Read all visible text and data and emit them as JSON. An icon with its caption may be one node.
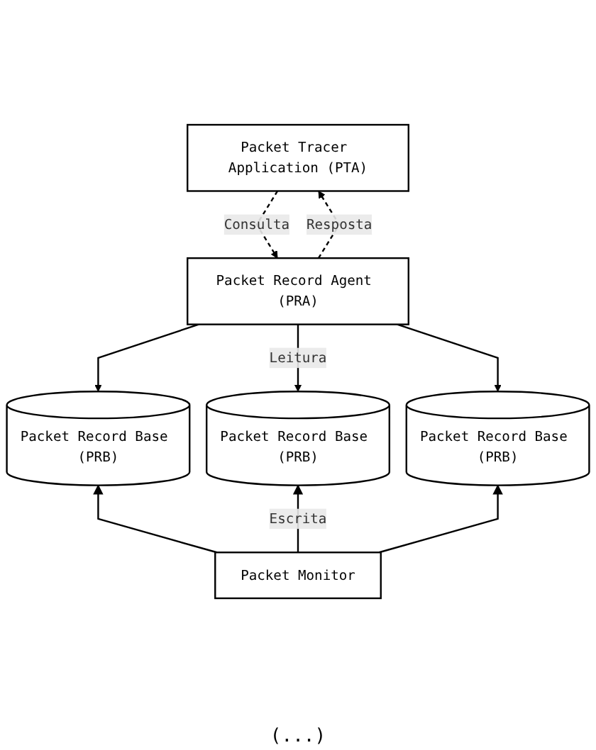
{
  "diagram": {
    "nodes": [
      {
        "text": [
          "Packet Tracer Application (PTA)"
        ]
      },
      {
        "text": [
          "Packet Record Agent (PRA)"
        ]
      },
      {
        "text": [
          "Packet Record Base (PRB)"
        ]
      },
      {
        "text": [
          "Packet Record Base (PRB)"
        ]
      },
      {
        "text": [
          "Packet Record Base (PRB)"
        ]
      },
      {
        "text": [
          "Packet Monitor"
        ]
      }
    ],
    "edges": [
      {
        "from": 1,
        "to": 0,
        "arrow": "to",
        "label": "Resposta",
        "style": "dashed"
      },
      {
        "from": 0,
        "to": 1,
        "arrow": "to",
        "label": "Consulta",
        "style": "dashed"
      },
      {
        "from": 1,
        "to": 2,
        "arrow": "to"
      },
      {
        "from": 1,
        "to": 3,
        "arrow": "to",
        "label": "Leitura"
      },
      {
        "from": 1,
        "to": 4,
        "arrow": "to"
      },
      {
        "from": 5,
        "to": 2,
        "arrow": "to"
      },
      {
        "from": 5,
        "to": 3,
        "arrow": "to",
        "label": "Escrita"
      },
      {
        "from": 5,
        "to": 4,
        "arrow": "to"
      }
    ],
    "labels": [
      "(...)"
    ]
  }
}
